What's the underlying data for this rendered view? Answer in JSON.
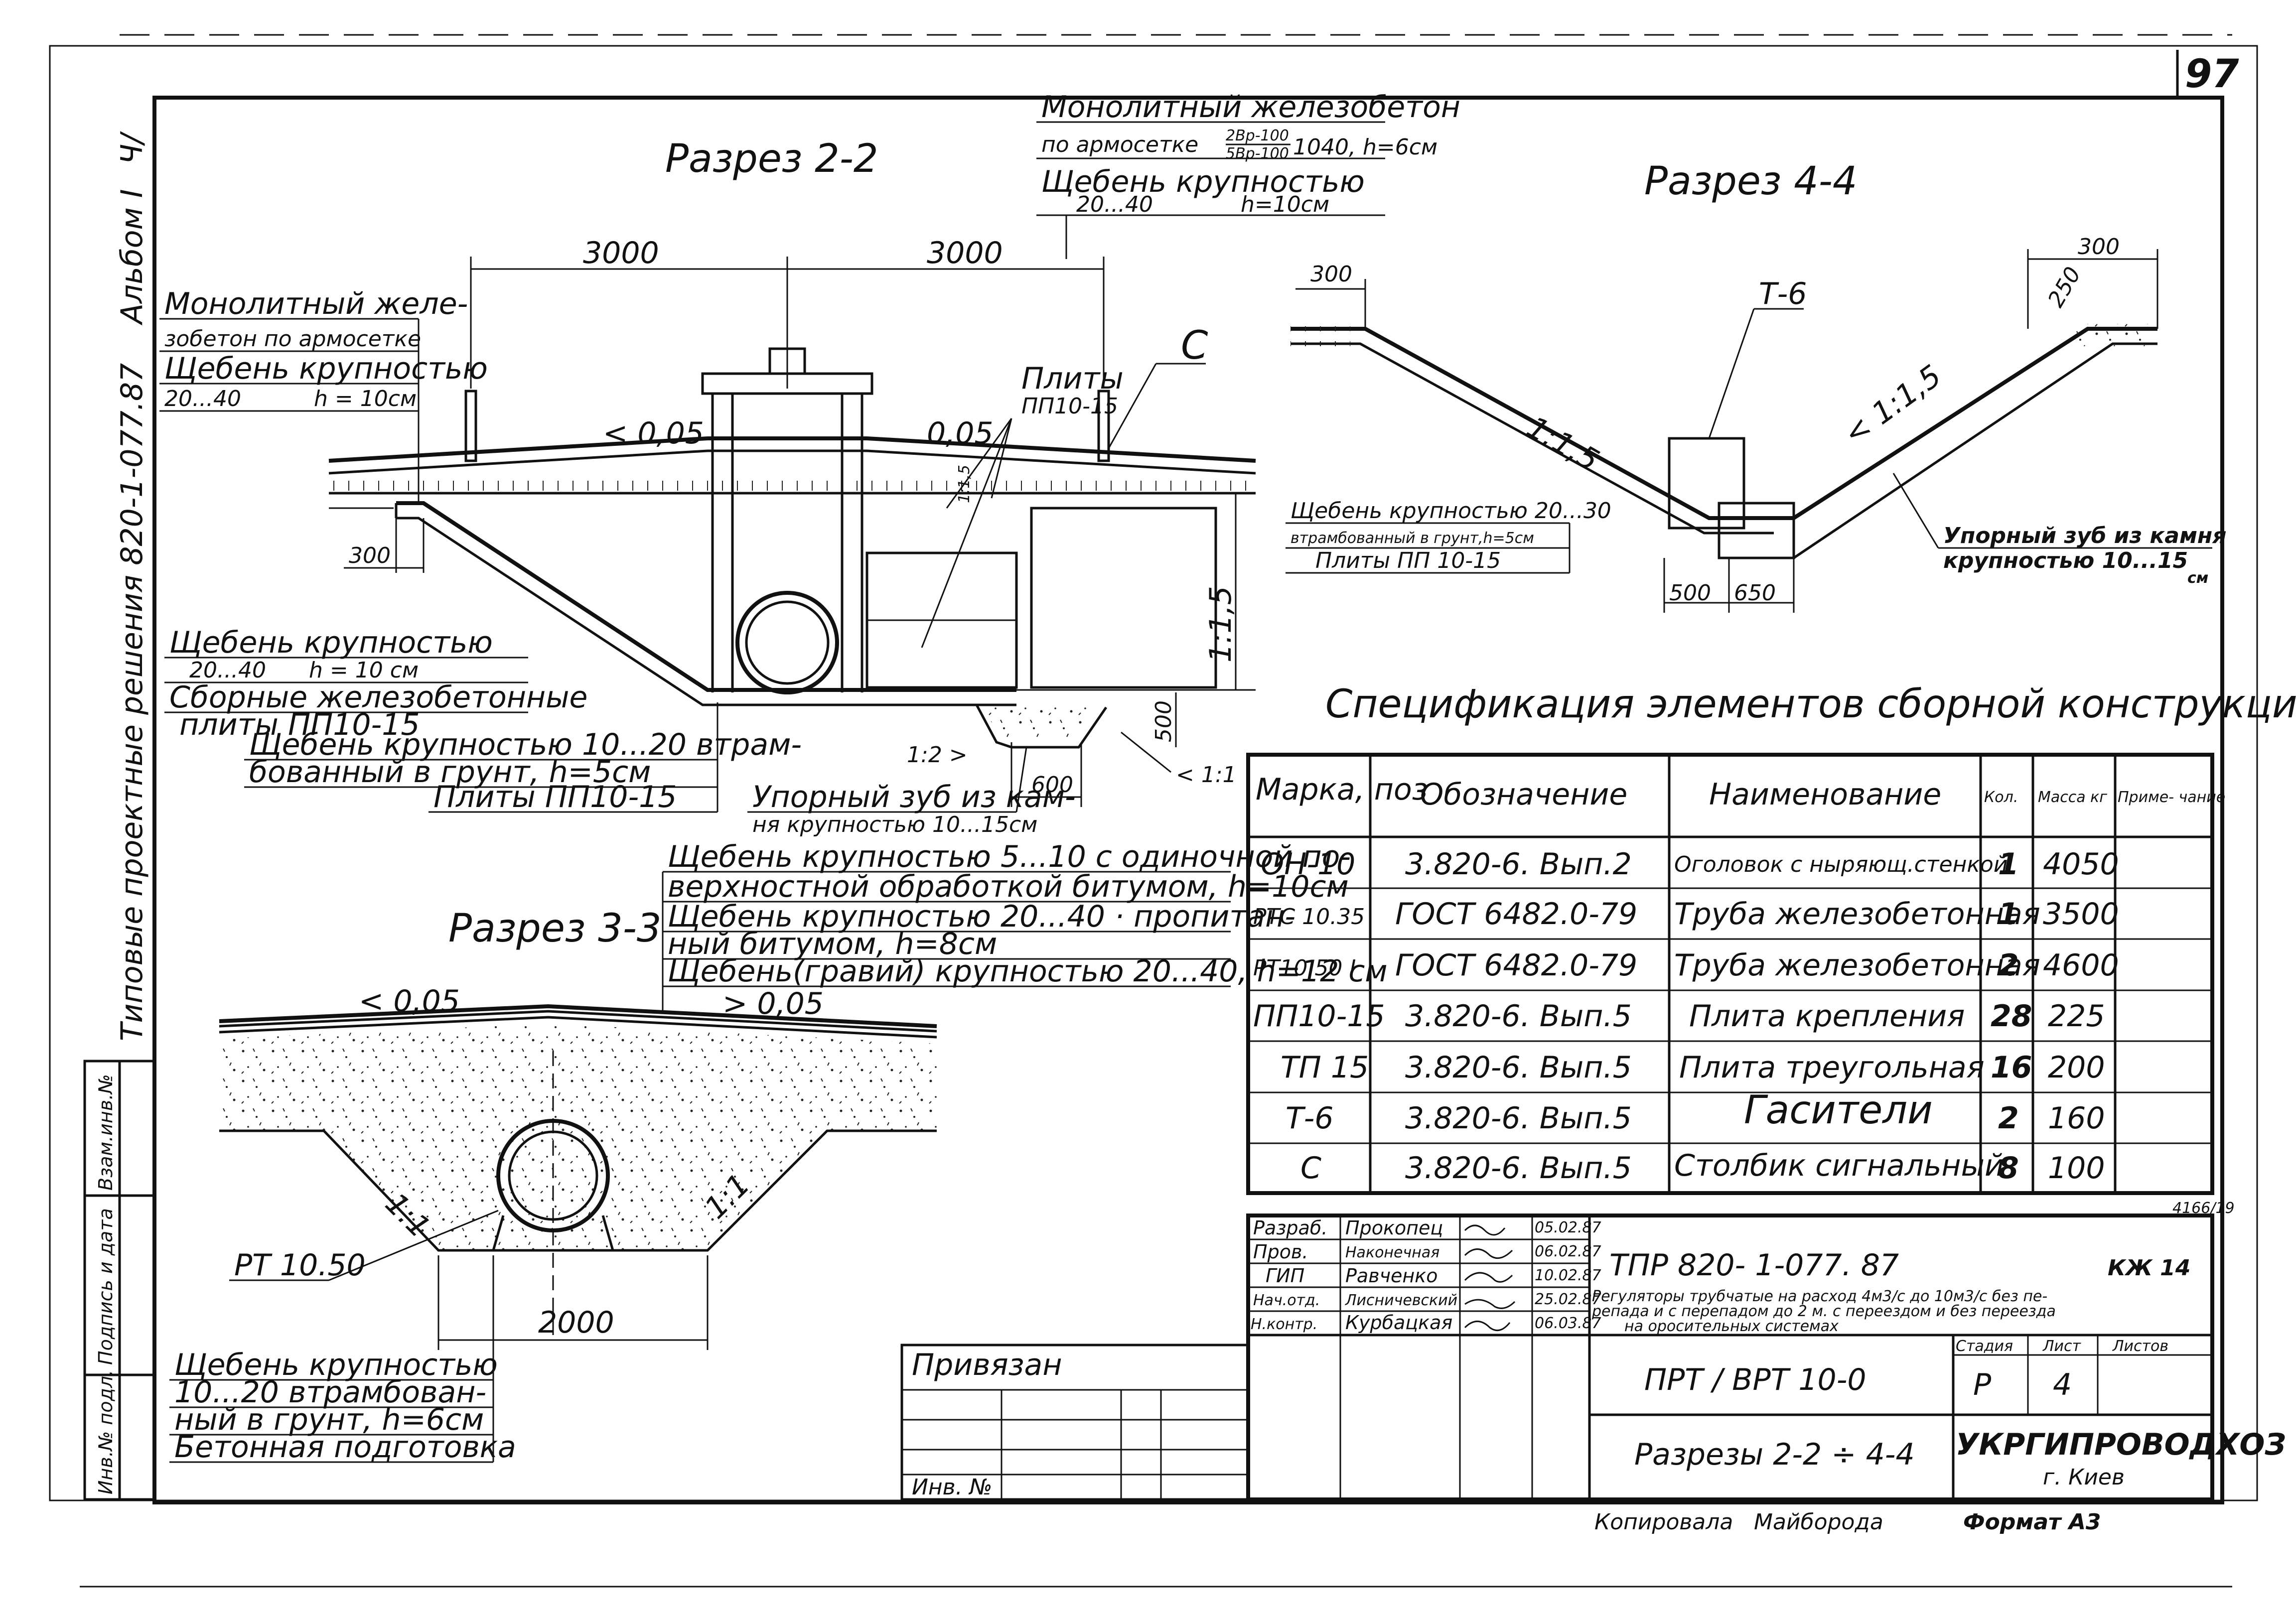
{
  "sheet_number": "97",
  "side_stamp": {
    "album": "Альбом I",
    "album_suffix": "Ч/",
    "series": "Типовые   проектные   решения  820-1-077.87"
  },
  "section_2_2": {
    "title": "Разрез 2-2",
    "dims": [
      "3000",
      "3000",
      "300",
      "500",
      "600",
      "1:1,5",
      "1:1,5"
    ],
    "slopes": [
      "< 0,05",
      "0,05",
      "1:2 >",
      "< 1:1"
    ],
    "note_top": {
      "lines": [
        "Монолитный железобетон",
        "по армосетке",
        "Щебень крупностью",
        "20...40",
        "h=10см"
      ],
      "fraction_top": "2Вр-100",
      "fraction_bottom": "5Вр-100",
      "fraction_suffix": "1040, h=6см"
    },
    "note_left_top": [
      "Монолитный желе-",
      "зобетон по армосетке",
      "Щебень крупностью",
      "20...40",
      "h = 10см"
    ],
    "note_left_bottom": [
      "Щебень крупностью",
      "20...40",
      "h = 10 см",
      "Сборные железобетонные",
      "плиты ПП10-15",
      "Щебень крупностью 10...20 втрам-",
      "бованный в грунт, h=5см",
      "Плиты ПП10-15"
    ],
    "note_plates": [
      "Плиты",
      "ПП10-15"
    ],
    "note_c": "С",
    "note_stop": [
      "Упорный зуб из кам-",
      "ня крупностью 10...15см"
    ]
  },
  "section_4_4": {
    "title": "Разрез 4-4",
    "dims": [
      "300",
      "300",
      "250",
      "500",
      "650"
    ],
    "slopes": [
      "1:1,5",
      "< 1:1,5"
    ],
    "marker": "Т-6",
    "notes": [
      "Щебень крупностью 20...30",
      "втрамбованный в грунт,h=5см",
      "Плиты ПП 10-15"
    ],
    "stop": [
      "Упорный зуб из камня",
      "крупностью 10...15",
      "см"
    ]
  },
  "section_3_3": {
    "title": "Разрез 3-3",
    "slopes": [
      "< 0,05",
      "> 0,05",
      "1:1",
      "1:1"
    ],
    "pipe": "РТ 10.50",
    "dim": "2000",
    "notes_top": [
      "Щебень крупностью 5...10   с одиночной по-",
      "верхностной обработкой битумом, h=10см",
      "Щебень крупностью 20...40 · пропитан-",
      "ный битумом, h=8см",
      "Щебень(гравий) крупностью 20...40, h=12 см"
    ],
    "notes_bottom": [
      "Щебень крупностью",
      "10...20   втрамбован-",
      "ный в грунт, h=6см",
      "Бетонная подготовка"
    ]
  },
  "spec": {
    "title": "Спецификация элементов сборной конструкции",
    "headers": [
      "Марка, поз",
      "Обозначение",
      "Наименование",
      "Кол.",
      "Масса кг",
      "Приме- чание"
    ],
    "rows": [
      [
        "ОН-10",
        "3.820-6. Вып.2",
        "Оголовок с ныряющ.стенкой",
        "1",
        "4050",
        ""
      ],
      [
        "РТС 10.35",
        "ГОСТ 6482.0-79",
        "Труба железобетонная",
        "1",
        "3500",
        ""
      ],
      [
        "РТ10.50 I",
        "ГОСТ 6482.0-79",
        "Труба железобетонная",
        "2",
        "4600",
        ""
      ],
      [
        "ПП10-15",
        "3.820-6. Вып.5",
        "Плита крепления",
        "28",
        "225",
        ""
      ],
      [
        "ТП 15",
        "3.820-6. Вып.5",
        "Плита треугольная",
        "16",
        "200",
        ""
      ],
      [
        "Т-6",
        "3.820-6. Вып.5",
        "Гасители",
        "2",
        "160",
        ""
      ],
      [
        "С",
        "3.820-6. Вып.5",
        "Столбик сигнальный",
        "8",
        "100",
        ""
      ]
    ],
    "ref": "4166/19"
  },
  "title_block": {
    "roles": [
      "Разраб.",
      "Пров.",
      "ГИП",
      "Нач.отд.",
      "Н.контр."
    ],
    "names": [
      "Прокопец",
      "Наконечная",
      "Равченко",
      "Лисничевский",
      "Курбацкая"
    ],
    "dates": [
      "05.02.87",
      "06.02.87",
      "10.02.87",
      "25.02.87",
      "06.03.87"
    ],
    "code": "ТПР   820- 1-077. 87",
    "sheet_code": "КЖ 14",
    "description": [
      "Регуляторы трубчатые на расход 4м3/с до 10м3/с без пе-",
      "репада и с перепадом до 2 м. с переездом и без переезда",
      "на оросительных системах"
    ],
    "object": "ПРТ / ВРТ 10-0",
    "drawing": "Разрезы  2-2 ÷ 4-4",
    "stage_headers": [
      "Стадия",
      "Лист",
      "Листов"
    ],
    "stage": "Р",
    "sheet": "4",
    "org": "УКРГИПРОВОДХОЗ",
    "city": "г. Киев",
    "bound": "Привязан",
    "inv": "Инв. №",
    "copied_label": "Копировала",
    "copied_name": "Майборода",
    "format": "Формат А3"
  },
  "left_stamp": [
    "Инв.№ подл.",
    "Подпись и дата",
    "Взам.инв.№"
  ]
}
